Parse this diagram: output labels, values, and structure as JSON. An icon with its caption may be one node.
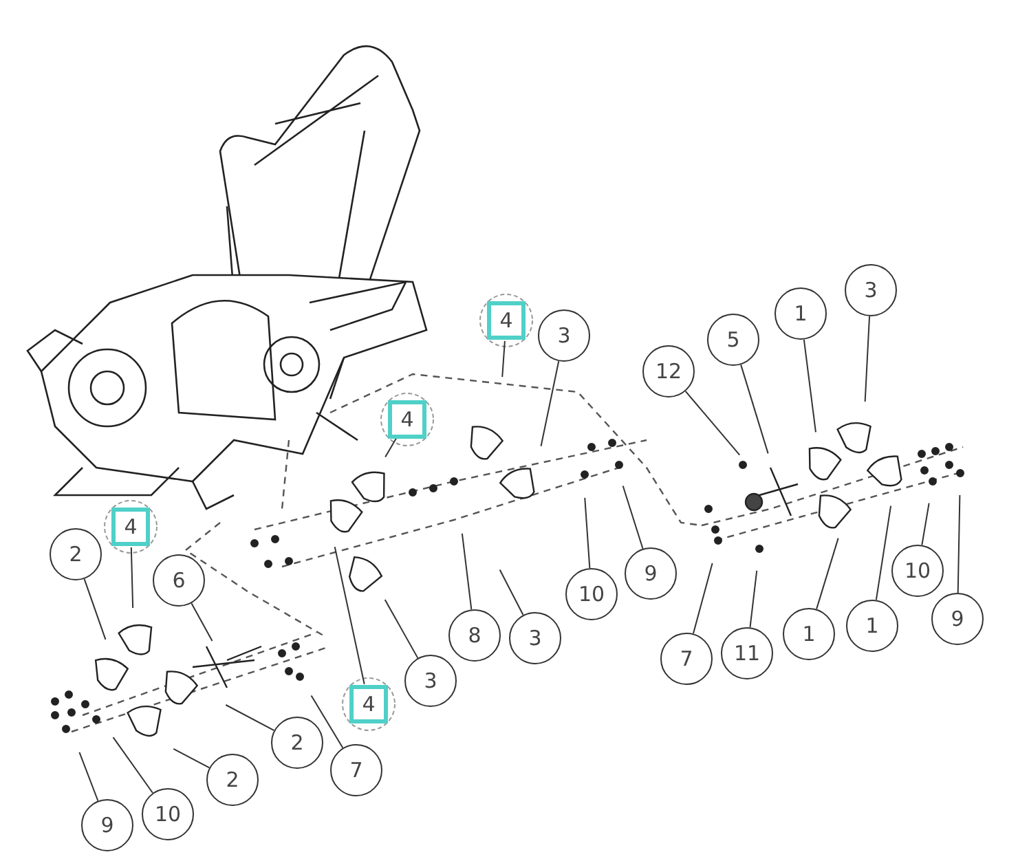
{
  "diagram": {
    "nodes": [
      {
        "text": [
          "3"
        ]
      },
      {
        "text": [
          "1"
        ]
      },
      {
        "text": [
          "4"
        ]
      },
      {
        "text": [
          "3"
        ]
      },
      {
        "text": [
          "5"
        ]
      },
      {
        "text": [
          "12"
        ]
      },
      {
        "text": [
          "4"
        ]
      },
      {
        "text": [
          "4"
        ]
      },
      {
        "text": [
          "2"
        ]
      },
      {
        "text": [
          "9"
        ]
      },
      {
        "text": [
          "10"
        ]
      },
      {
        "text": [
          "6"
        ]
      },
      {
        "text": [
          "10"
        ]
      },
      {
        "text": [
          "9"
        ]
      },
      {
        "text": [
          "1"
        ]
      },
      {
        "text": [
          "8"
        ]
      },
      {
        "text": [
          "3"
        ]
      },
      {
        "text": [
          "11"
        ]
      },
      {
        "text": [
          "7"
        ]
      },
      {
        "text": [
          "1"
        ]
      },
      {
        "text": [
          "3"
        ]
      },
      {
        "text": [
          "4"
        ]
      },
      {
        "text": [
          "2"
        ]
      },
      {
        "text": [
          "7"
        ]
      },
      {
        "text": [
          "2"
        ]
      },
      {
        "text": [
          "10"
        ]
      },
      {
        "text": [
          "9"
        ]
      }
    ],
    "edges": [
      {
        "from": 0,
        "to": null,
        "arrow": "none"
      },
      {
        "from": 1,
        "to": null,
        "arrow": "none"
      },
      {
        "from": 2,
        "to": null,
        "arrow": "none"
      },
      {
        "from": 3,
        "to": null,
        "arrow": "none"
      },
      {
        "from": 4,
        "to": null,
        "arrow": "none"
      },
      {
        "from": 5,
        "to": null,
        "arrow": "none"
      },
      {
        "from": 6,
        "to": null,
        "arrow": "none"
      },
      {
        "from": 7,
        "to": null,
        "arrow": "none"
      },
      {
        "from": 8,
        "to": null,
        "arrow": "none"
      },
      {
        "from": 9,
        "to": null,
        "arrow": "none"
      },
      {
        "from": 10,
        "to": null,
        "arrow": "none"
      },
      {
        "from": 11,
        "to": null,
        "arrow": "none"
      },
      {
        "from": 12,
        "to": null,
        "arrow": "none"
      },
      {
        "from": 13,
        "to": null,
        "arrow": "none"
      },
      {
        "from": 14,
        "to": null,
        "arrow": "none"
      },
      {
        "from": 15,
        "to": null,
        "arrow": "none"
      },
      {
        "from": 16,
        "to": null,
        "arrow": "none"
      },
      {
        "from": 17,
        "to": null,
        "arrow": "none"
      },
      {
        "from": 18,
        "to": null,
        "arrow": "none"
      },
      {
        "from": 19,
        "to": null,
        "arrow": "none"
      },
      {
        "from": 20,
        "to": null,
        "arrow": "none"
      },
      {
        "from": 21,
        "to": null,
        "arrow": "none"
      },
      {
        "from": 22,
        "to": null,
        "arrow": "none"
      },
      {
        "from": 23,
        "to": null,
        "arrow": "none"
      },
      {
        "from": 24,
        "to": null,
        "arrow": "none"
      },
      {
        "from": 25,
        "to": null,
        "arrow": "none"
      },
      {
        "from": 26,
        "to": null,
        "arrow": "none"
      }
    ]
  }
}
